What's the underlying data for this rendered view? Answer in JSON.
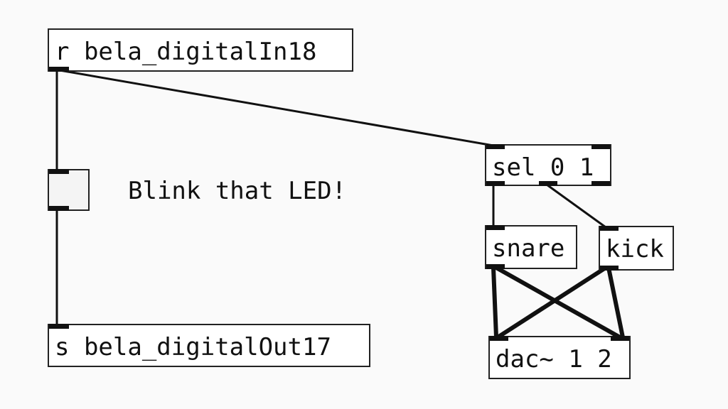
{
  "patch": {
    "objects": {
      "receive": {
        "text": "r bela_digitalIn18"
      },
      "send": {
        "text": "s bela_digitalOut17"
      },
      "select": {
        "text": "sel 0 1"
      },
      "snare": {
        "text": "snare"
      },
      "kick": {
        "text": "kick"
      },
      "dac": {
        "text": "dac~ 1 2"
      }
    },
    "comment": {
      "text": "Blink that LED!"
    },
    "toggle": {
      "state": "off"
    }
  }
}
